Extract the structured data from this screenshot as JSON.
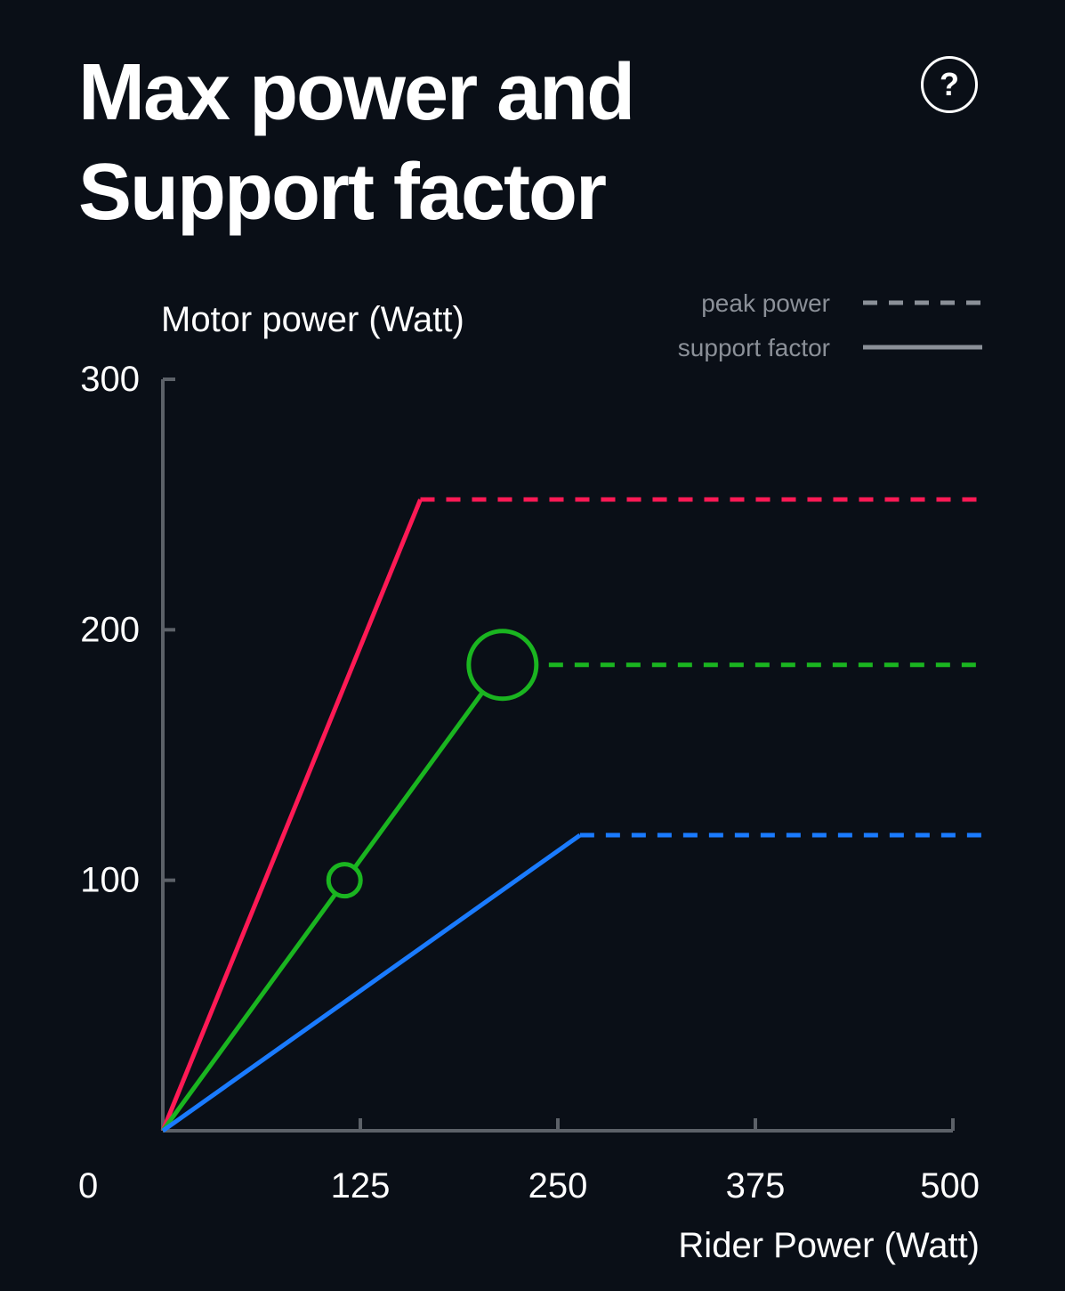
{
  "header": {
    "title_line1": "Max power and",
    "title_line2": "Support factor",
    "help_label": "?"
  },
  "colors": {
    "background": "#0a0f17",
    "axis": "#5c6168",
    "legend": "#8b9098"
  },
  "chart_data": {
    "type": "line",
    "title": "Max power and Support factor",
    "xlabel": "Rider Power (Watt)",
    "ylabel": "Motor power (Watt)",
    "xlim": [
      0,
      500
    ],
    "ylim": [
      0,
      300
    ],
    "x_ticks": [
      0,
      125,
      250,
      375,
      500
    ],
    "y_ticks": [
      100,
      200,
      300
    ],
    "grid": false,
    "legend": {
      "placement": "top-right",
      "entries": [
        {
          "label": "peak power",
          "style": "dashed"
        },
        {
          "label": "support factor",
          "style": "solid"
        }
      ]
    },
    "series": [
      {
        "color": "#ff1a55",
        "support_factor": [
          [
            0,
            0
          ],
          [
            163,
            252
          ]
        ],
        "peak_power": [
          [
            163,
            252
          ],
          [
            520,
            252
          ]
        ]
      },
      {
        "color": "#1ab520",
        "support_factor": [
          [
            0,
            0
          ],
          [
            215,
            186
          ]
        ],
        "peak_power": [
          [
            215,
            186
          ],
          [
            520,
            186
          ]
        ],
        "markers": [
          {
            "x": 115,
            "y": 100,
            "size": "small"
          },
          {
            "x": 215,
            "y": 186,
            "size": "large"
          }
        ]
      },
      {
        "color": "#1a7bff",
        "support_factor": [
          [
            0,
            0
          ],
          [
            264,
            118
          ]
        ],
        "peak_power": [
          [
            264,
            118
          ],
          [
            520,
            118
          ]
        ]
      }
    ]
  }
}
